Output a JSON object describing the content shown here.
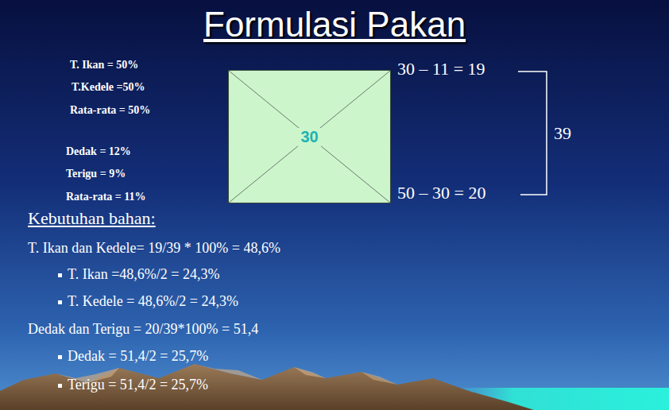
{
  "diagram": {
    "title": "Formulasi Pakan",
    "nodes": [
      {
        "text": [
          "30"
        ]
      }
    ],
    "labels": [
      "T. Ikan = 50%",
      "T.Kedele =50%",
      "Rata-rata = 50%",
      "Dedak = 12%",
      "Terigu = 9%",
      "Rata-rata = 11%",
      "30 – 11 = 19",
      "39",
      "50 – 30 = 20",
      "Kebutuhan bahan:",
      "T. Ikan dan Kedele= 19/39 * 100% = 48,6%",
      "T. Ikan =48,6%/2 = 24,3%",
      "T. Kedele = 48,6%/2 = 24,3%",
      "Dedak dan Terigu = 20/39*100% = 51,4",
      "Dedak = 51,4/2 = 25,7%",
      "Terigu = 51,4/2 = 25,7%"
    ]
  }
}
